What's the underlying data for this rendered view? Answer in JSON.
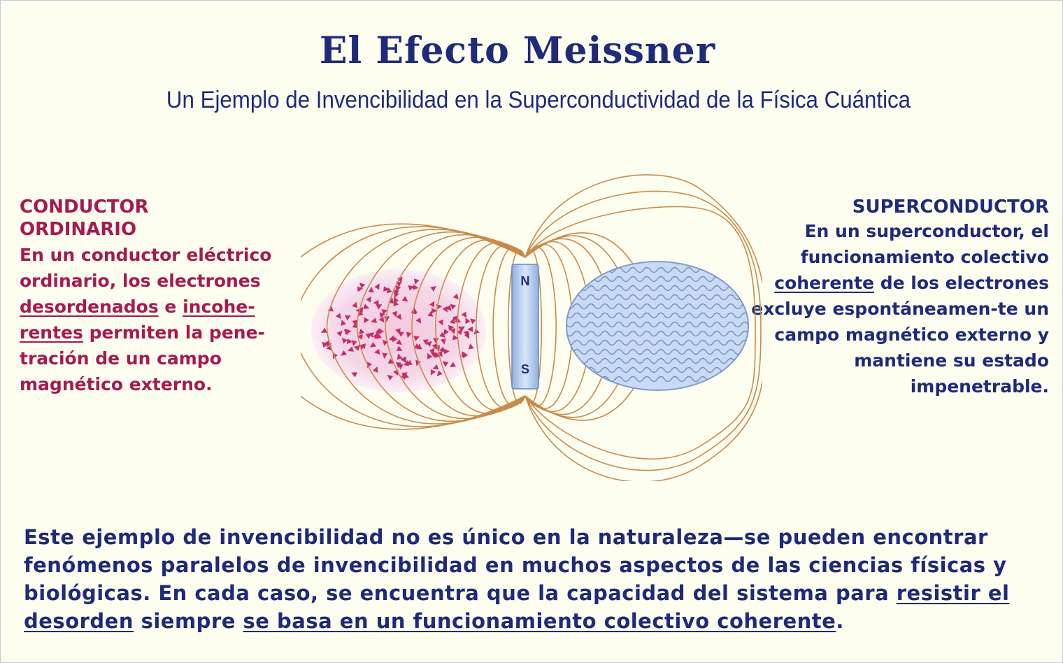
{
  "title": "El Efecto Meissner",
  "subtitle": "Un Ejemplo de Invencibilidad en la Superconductividad de la Física Cuántica",
  "left": {
    "heading": "CONDUCTOR ORDINARIO",
    "p1": "En un conductor eléctrico ordinario, los electrones ",
    "u1": "desordenados",
    "p2": " e ",
    "u2": "incohe-rentes",
    "p3": " permiten la pene-tración de un campo magnético externo."
  },
  "right": {
    "heading": "SUPERCONDUCTOR",
    "p1": "En un superconductor, el funcionamiento colectivo ",
    "u1": "coherente",
    "p2": " de los electrones excluye espontáneamen-te un campo magnético externo y mantiene su estado impenetrable."
  },
  "magnet": {
    "north": "N",
    "south": "S"
  },
  "bottom": {
    "p1": "Este ejemplo de invencibilidad no es único en la naturaleza—se pueden encontrar fenómenos paralelos de invencibilidad en muchos aspectos de  las ciencias  físicas y biológicas. En cada caso, se encuentra que la capacidad del sistema  para  ",
    "u1": "resistir el desorden",
    "p2": " siempre ",
    "u2": "se basa en un funcionamiento colectivo coherente",
    "p3": "."
  },
  "colors": {
    "title": "#1f2a7a",
    "conductor_text": "#a51a4f",
    "superconductor_text": "#1f2a7a",
    "field_lines": "#c98a4a",
    "electrons": "#c2306a",
    "superconductor_fill": "#c9daf2"
  }
}
